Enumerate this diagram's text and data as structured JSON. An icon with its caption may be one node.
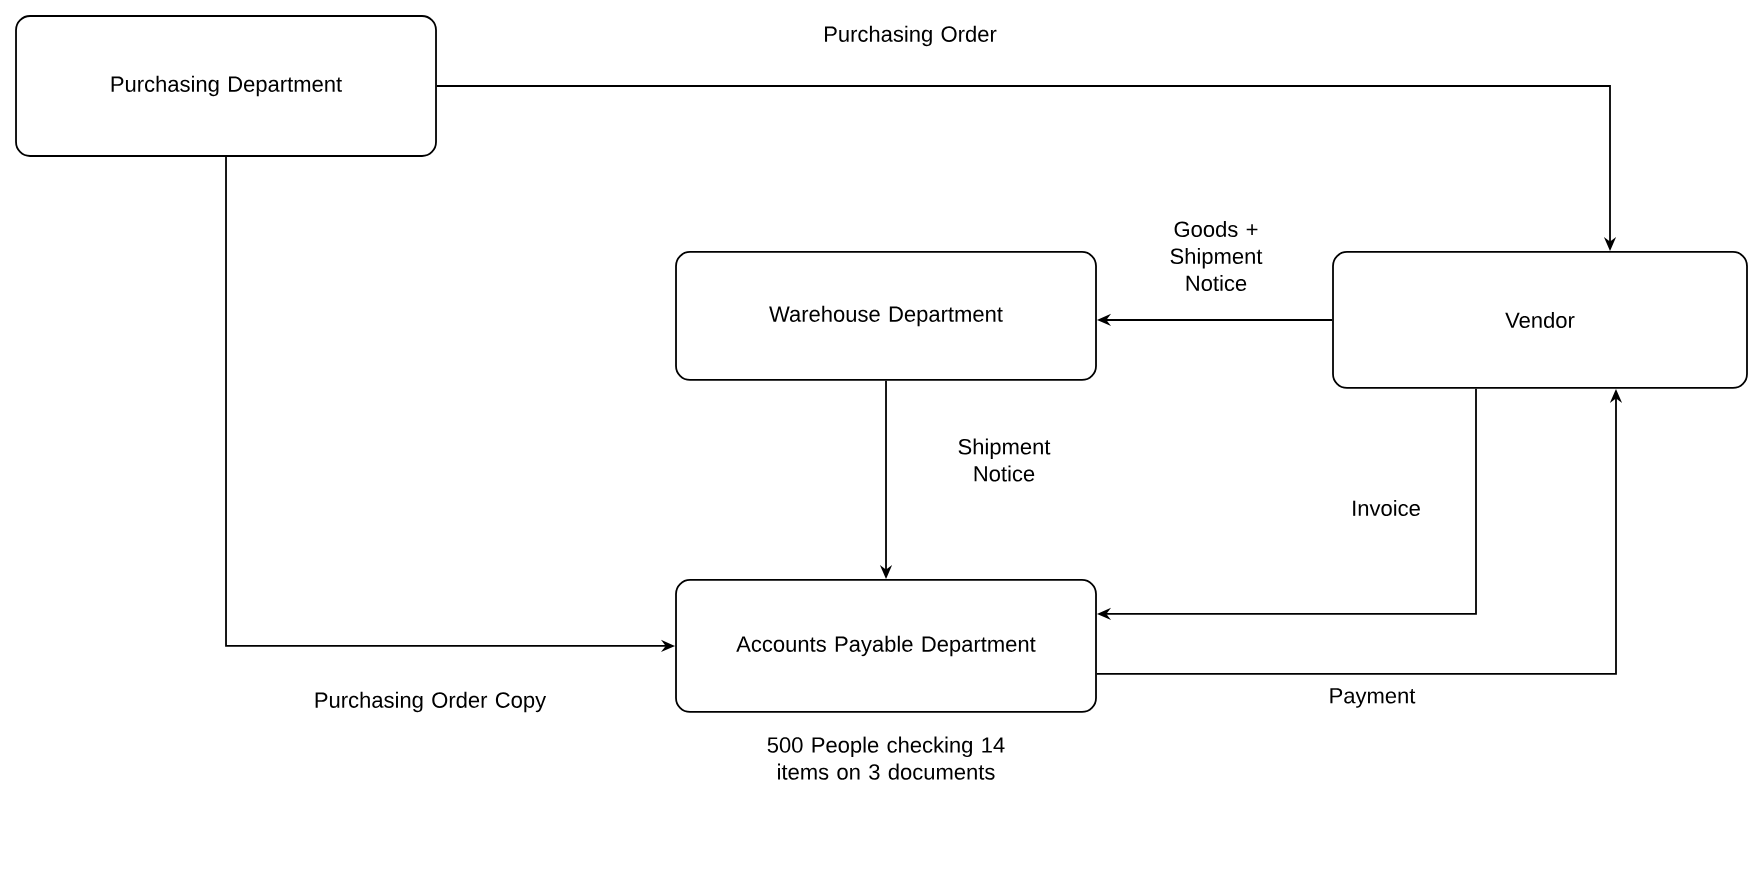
{
  "diagram": {
    "nodes": [
      {
        "text": [
          "Purchasing Department"
        ]
      },
      {
        "text": [
          "Vendor"
        ]
      },
      {
        "text": [
          "Warehouse Department"
        ]
      },
      {
        "text": [
          "Accounts Payable Department"
        ],
        "beside": [
          "500 People checking 14 items on 3 documents"
        ]
      }
    ],
    "edges": [
      {
        "from": 0,
        "to": 1,
        "arrow": "to",
        "label": "Purchasing Order"
      },
      {
        "from": 1,
        "to": 2,
        "arrow": "to",
        "label": "Goods + Shipment Notice"
      },
      {
        "from": 2,
        "to": 3,
        "arrow": "to",
        "label": "Shipment Notice"
      },
      {
        "from": 1,
        "to": 3,
        "arrow": "to",
        "label": "Invoice"
      },
      {
        "from": 0,
        "to": 3,
        "arrow": "to",
        "label": "Purchasing Order Copy"
      },
      {
        "from": 3,
        "to": 1,
        "arrow": "to",
        "label": "Payment"
      }
    ]
  }
}
